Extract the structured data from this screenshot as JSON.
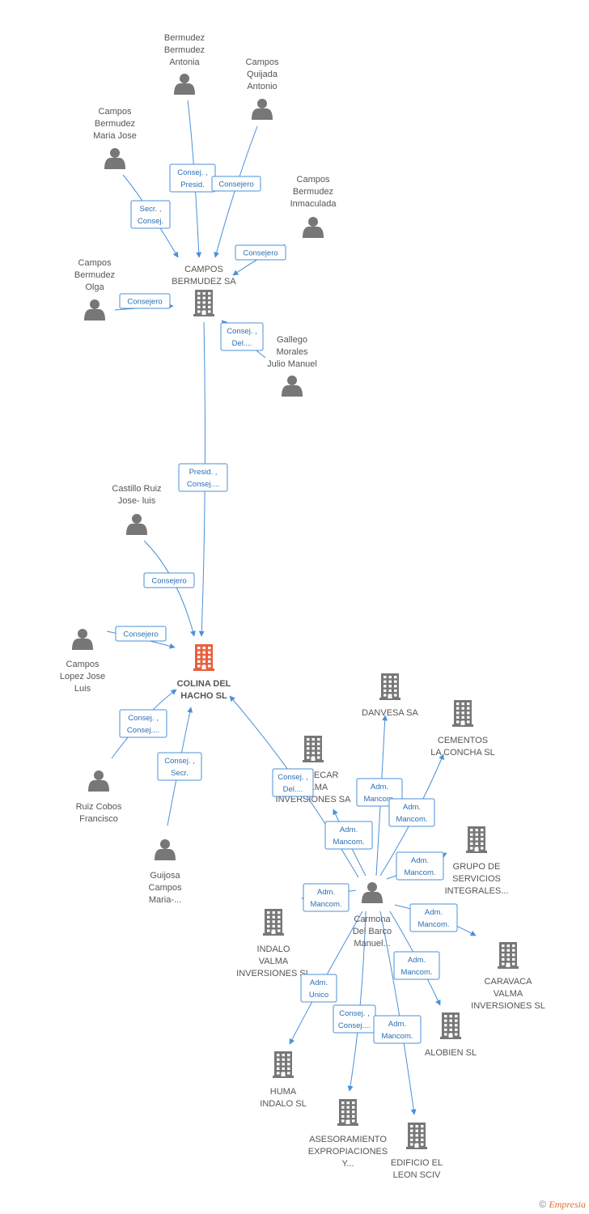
{
  "colors": {
    "edge": "#4a90d9",
    "node": "#777777",
    "main": "#e8603c",
    "edge_text": "#2a6fb5"
  },
  "nodes": [
    {
      "id": "colina",
      "type": "company",
      "main": true,
      "label": [
        "COLINA DEL",
        "HACHO SL"
      ]
    },
    {
      "id": "campos_sa",
      "type": "company",
      "label": [
        "CAMPOS",
        "BERMUDEZ SA"
      ]
    },
    {
      "id": "bermudez_antonia",
      "type": "person",
      "label": [
        "Bermudez",
        "Bermudez",
        "Antonia"
      ]
    },
    {
      "id": "campos_quijada",
      "type": "person",
      "label": [
        "Campos",
        "Quijada",
        "Antonio"
      ]
    },
    {
      "id": "campos_mjose",
      "type": "person",
      "label": [
        "Campos",
        "Bermudez",
        "Maria Jose"
      ]
    },
    {
      "id": "campos_inmaculada",
      "type": "person",
      "label": [
        "Campos",
        "Bermudez",
        "Inmaculada"
      ]
    },
    {
      "id": "campos_olga",
      "type": "person",
      "label": [
        "Campos",
        "Bermudez",
        "Olga"
      ]
    },
    {
      "id": "gallego",
      "type": "person",
      "label": [
        "Gallego",
        "Morales",
        "Julio Manuel"
      ]
    },
    {
      "id": "castillo",
      "type": "person",
      "label": [
        "Castillo Ruiz",
        "Jose- luis"
      ]
    },
    {
      "id": "campos_lopez",
      "type": "person",
      "label": [
        "Campos",
        "Lopez Jose",
        "Luis"
      ]
    },
    {
      "id": "ruiz_cobos",
      "type": "person",
      "label": [
        "Ruiz Cobos",
        "Francisco"
      ]
    },
    {
      "id": "guijosa",
      "type": "person",
      "label": [
        "Guijosa",
        "Campos",
        "Maria-..."
      ]
    },
    {
      "id": "carmona",
      "type": "person",
      "label": [
        "Carmona",
        "Del Barco",
        "Manuel..."
      ]
    },
    {
      "id": "danvesa",
      "type": "company",
      "label": [
        "DANVESA SA"
      ]
    },
    {
      "id": "cementos",
      "type": "company",
      "label": [
        "CEMENTOS",
        "LA CONCHA SL"
      ]
    },
    {
      "id": "indalecar",
      "type": "company",
      "label": [
        "INDALECAR",
        "VALMA",
        "INVERSIONES SA"
      ]
    },
    {
      "id": "grupo",
      "type": "company",
      "label": [
        "GRUPO DE",
        "SERVICIOS",
        "INTEGRALES..."
      ]
    },
    {
      "id": "indalo",
      "type": "company",
      "label": [
        "INDALO",
        "VALMA",
        "INVERSIONES SL"
      ]
    },
    {
      "id": "caravaca",
      "type": "company",
      "label": [
        "CARAVACA",
        "VALMA",
        "INVERSIONES SL"
      ]
    },
    {
      "id": "alobien",
      "type": "company",
      "label": [
        "ALOBIEN SL"
      ]
    },
    {
      "id": "huma",
      "type": "company",
      "label": [
        "HUMA",
        "INDALO SL"
      ]
    },
    {
      "id": "asesoramiento",
      "type": "company",
      "label": [
        "ASESORAMIENTO",
        "EXPROPIACIONES",
        "Y..."
      ]
    },
    {
      "id": "edificio",
      "type": "company",
      "label": [
        "EDIFICIO EL",
        "LEON SCIV"
      ]
    }
  ],
  "edges": [
    {
      "from": "bermudez_antonia",
      "to": "campos_sa",
      "label": [
        "Consej. ,",
        "Presid."
      ]
    },
    {
      "from": "campos_quijada",
      "to": "campos_sa",
      "label": [
        "Consejero"
      ]
    },
    {
      "from": "campos_mjose",
      "to": "campos_sa",
      "label": [
        "Secr. ,",
        "Consej."
      ]
    },
    {
      "from": "campos_inmaculada",
      "to": "campos_sa",
      "label": [
        "Consejero"
      ]
    },
    {
      "from": "campos_olga",
      "to": "campos_sa",
      "label": [
        "Consejero"
      ]
    },
    {
      "from": "gallego",
      "to": "campos_sa",
      "label": [
        "Consej. ,",
        "Del...."
      ]
    },
    {
      "from": "campos_sa",
      "to": "colina",
      "label": [
        "Presid. ,",
        "Consej...."
      ]
    },
    {
      "from": "castillo",
      "to": "colina",
      "label": [
        "Consejero"
      ]
    },
    {
      "from": "campos_lopez",
      "to": "colina",
      "label": [
        "Consejero"
      ]
    },
    {
      "from": "ruiz_cobos",
      "to": "colina",
      "label": [
        "Consej. ,",
        "Consej...."
      ]
    },
    {
      "from": "guijosa",
      "to": "colina",
      "label": [
        "Consej. ,",
        "Secr."
      ]
    },
    {
      "from": "carmona",
      "to": "colina",
      "label": [
        "Consej. ,",
        "Del...."
      ]
    },
    {
      "from": "carmona",
      "to": "danvesa",
      "label": [
        "Adm.",
        "Mancom."
      ]
    },
    {
      "from": "carmona",
      "to": "cementos",
      "label": [
        "Adm.",
        "Mancom."
      ]
    },
    {
      "from": "carmona",
      "to": "indalecar",
      "label": [
        "Adm.",
        "Mancom."
      ]
    },
    {
      "from": "carmona",
      "to": "grupo",
      "label": [
        "Adm.",
        "Mancom."
      ]
    },
    {
      "from": "carmona",
      "to": "indalo",
      "label": [
        "Adm.",
        "Mancom."
      ]
    },
    {
      "from": "carmona",
      "to": "caravaca",
      "label": [
        "Adm.",
        "Mancom."
      ]
    },
    {
      "from": "carmona",
      "to": "alobien",
      "label": [
        "Adm.",
        "Mancom."
      ]
    },
    {
      "from": "carmona",
      "to": "huma",
      "label": [
        "Adm.",
        "Unico"
      ]
    },
    {
      "from": "carmona",
      "to": "asesoramiento",
      "label": [
        "Consej. ,",
        "Consej...."
      ]
    },
    {
      "from": "carmona",
      "to": "edificio",
      "label": [
        "Adm.",
        "Mancom."
      ]
    }
  ],
  "footer": {
    "copyright": "©",
    "brand": "Empresia"
  }
}
